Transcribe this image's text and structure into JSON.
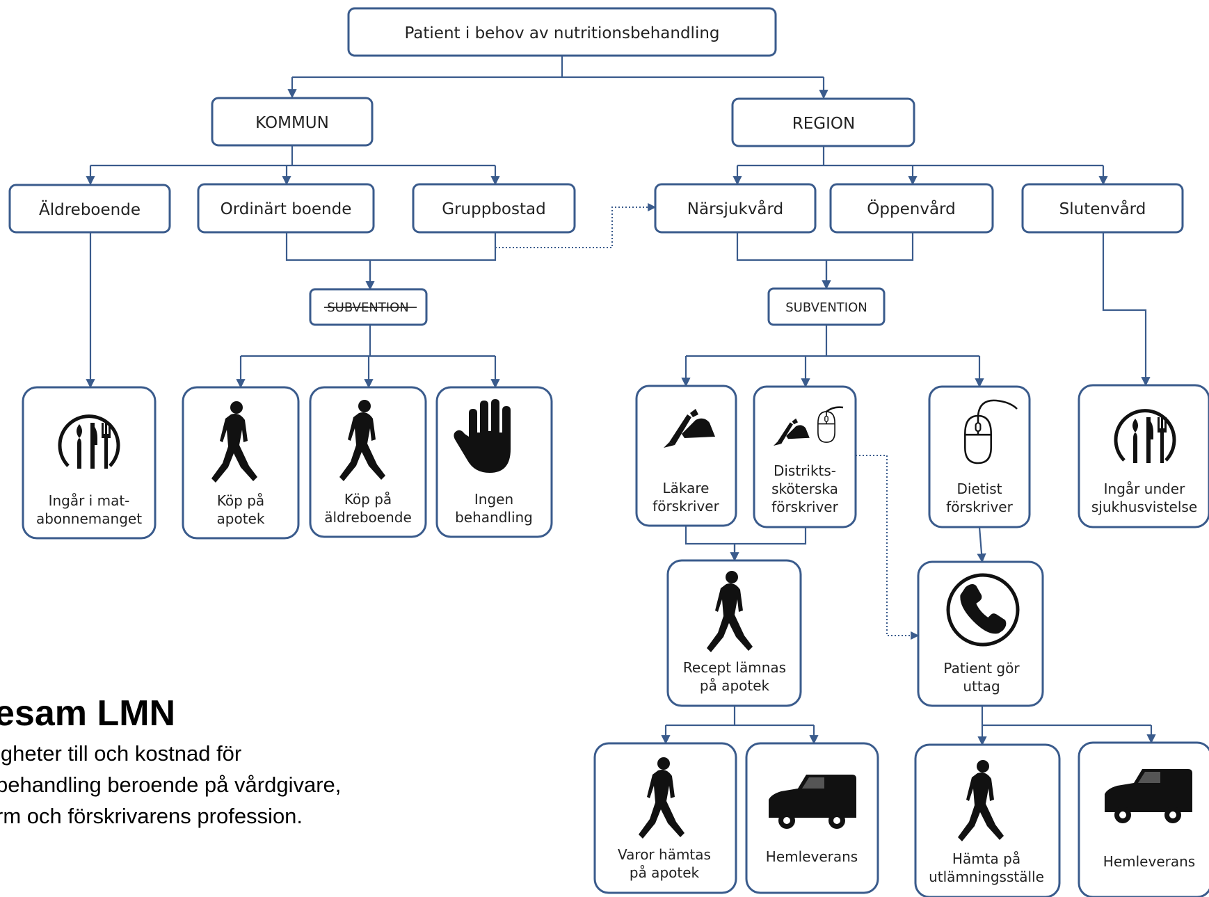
{
  "corner_title": "",
  "heading": "esam LMN",
  "description": {
    "line1": "igheter till och kostnad för",
    "line2": "behandling beroende på vårdgivare,",
    "line3": "rm och förskrivarens profession."
  },
  "nodes": {
    "root": "Patient i behov av nutritionsbehandling",
    "kommun": "KOMMUN",
    "region": "REGION",
    "aldreboende": "Äldreboende",
    "ordinart": "Ordinärt boende",
    "gruppbostad": "Gruppbostad",
    "narsjukvard": "Närsjukvård",
    "oppenvard": "Öppenvård",
    "slutenvard": "Slutenvård",
    "subvention_kommun": "SUBVENTION",
    "subvention_region": "SUBVENTION",
    "ingar_mat": [
      "Ingår i mat-",
      "abonnemanget"
    ],
    "kop_apotek": [
      "Köp på",
      "apotek"
    ],
    "kop_aldreboende": [
      "Köp på",
      "äldreboende"
    ],
    "ingen_behandling": [
      "Ingen",
      "behandling"
    ],
    "lakare": [
      "Läkare",
      "förskriver"
    ],
    "distriktsskoterska": [
      "Distrikts-",
      "sköterska",
      "förskriver"
    ],
    "dietist": [
      "Dietist",
      "förskriver"
    ],
    "ingar_sjukhus": [
      "Ingår under",
      "sjukhusvistelse"
    ],
    "recept": [
      "Recept lämnas",
      "på apotek"
    ],
    "patient_uttag": [
      "Patient gör",
      "uttag"
    ],
    "varor_hamtas": [
      "Varor hämtas",
      "på apotek"
    ],
    "hemleverans1": [
      "Hemleverans"
    ],
    "hamta_utlamning": [
      "Hämta på",
      "utlämningsställe"
    ],
    "hemleverans2": [
      "Hemleverans"
    ]
  },
  "icons": {
    "ingar_mat": "plate-cutlery-icon",
    "kop_apotek": "walking-person-icon",
    "kop_aldreboende": "walking-person-icon",
    "ingen_behandling": "stop-hand-icon",
    "lakare": "writing-hand-icon",
    "distriktsskoterska": "writing-hand-mouse-icon",
    "dietist": "computer-mouse-icon",
    "ingar_sjukhus": "plate-cutlery-icon",
    "recept": "walking-person-icon",
    "patient_uttag": "telephone-icon",
    "varor_hamtas": "walking-person-icon",
    "hemleverans1": "delivery-van-icon",
    "hamta_utlamning": "walking-person-icon",
    "hemleverans2": "delivery-van-icon"
  },
  "colors": {
    "box_border": "#3a5b8c",
    "text": "#222222"
  }
}
